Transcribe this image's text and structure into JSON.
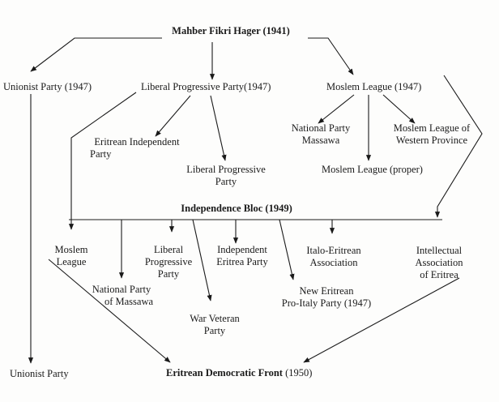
{
  "diagram": {
    "nodes": {
      "mahber": {
        "lines": [
          "Mahber Fikri Hager (1941)"
        ]
      },
      "unionist_1947": {
        "lines": [
          "Unionist Party (1947)"
        ]
      },
      "liberal_progressive_1947": {
        "lines": [
          "Liberal Progressive Party(1947)"
        ]
      },
      "moslem_league_1947": {
        "lines": [
          "Moslem League (1947)"
        ]
      },
      "eritrean_independent": {
        "lines": [
          "Eritrean Independent",
          "Party"
        ]
      },
      "liberal_progressive_party": {
        "lines": [
          "Liberal Progressive",
          "Party"
        ]
      },
      "national_party_massawa": {
        "lines": [
          "National Party",
          "Massawa"
        ]
      },
      "moslem_league_western": {
        "lines": [
          "Moslem League of",
          "Western Province"
        ]
      },
      "moslem_league_proper": {
        "lines": [
          "Moslem League (proper)"
        ]
      },
      "independence_bloc": {
        "lines": [
          "Independence Bloc (1949)"
        ]
      },
      "bloc_moslem_league": {
        "lines": [
          "Moslem",
          "League"
        ]
      },
      "bloc_liberal_progressive": {
        "lines": [
          "Liberal",
          "Progressive",
          "Party"
        ]
      },
      "bloc_independent_eritrea": {
        "lines": [
          "Independent",
          "Eritrea Party"
        ]
      },
      "italo_eritrean": {
        "lines": [
          "Italo-Eritrean",
          "Association"
        ]
      },
      "intellectual_association": {
        "lines": [
          "Intellectual",
          "Association",
          "of Eritrea"
        ]
      },
      "bloc_national_party": {
        "lines": [
          "National Party",
          "of Massawa"
        ]
      },
      "new_eritrean": {
        "lines": [
          "New Eritrean",
          "Pro-Italy Party (1947)"
        ]
      },
      "war_veteran": {
        "lines": [
          "War Veteran",
          "Party"
        ]
      },
      "unionist_party": {
        "lines": [
          "Unionist Party"
        ]
      },
      "edf_name": "Eritrean Democratic Front",
      "edf_year": " (1950)"
    }
  }
}
